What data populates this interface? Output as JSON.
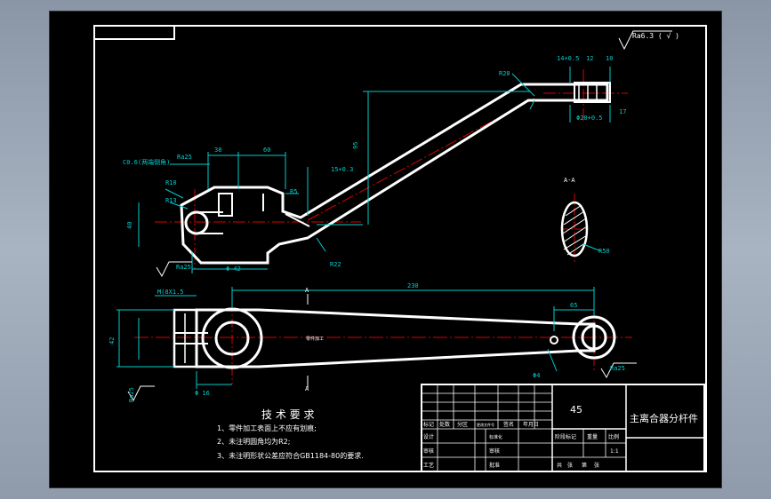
{
  "drawing": {
    "title": "主离合器分杆件",
    "material": "45",
    "scale": "1:1",
    "tech_requirements": {
      "heading": "技 术 要 求",
      "items": [
        "1、零件加工表面上不应有划痕;",
        "2、未注明圆角均为R2;",
        "3、未注明形状公差应符合GB1184-80的要求."
      ]
    },
    "title_block": {
      "row1": [
        "标记",
        "处数",
        "分区",
        "更改文件号",
        "签名",
        "年月日"
      ],
      "row2": [
        "设计",
        "标准化"
      ],
      "row3": [
        "审核",
        "审核"
      ],
      "row4": [
        "工艺",
        "批准"
      ],
      "stage_labels": [
        "阶段标记",
        "重量",
        "比例"
      ],
      "sheet_labels": [
        "共",
        "张",
        "第",
        "张"
      ]
    },
    "dimensions": {
      "top_right_roughness": "Ra6.3 (  √  )",
      "r20_top": "R20",
      "dim_12": "12",
      "dim_10": "10",
      "dim_tol_1": "14+0.5",
      "dim_tol_2": "Φ20+0.5",
      "dim_17": "17",
      "dim_vertical_95": "95",
      "dim_15": "15+0.3",
      "c06": "C0.6(两端倒角)",
      "ra25_a": "Ra25",
      "dim_38": "38",
      "dim_60": "60",
      "r10": "R10",
      "r13": "R13",
      "r5": "R5",
      "r22": "R22",
      "dim_40": "40",
      "dim_phi42": "Φ 42",
      "ra25_b": "Ra25",
      "section_label": "A-A",
      "r50": "R50",
      "m_thread": "M(8X1.5",
      "dim_230": "230",
      "dim_65": "65",
      "a_mark_1": "A",
      "a_mark_2": "A",
      "ra25_c": "Ra25",
      "dim_left_42": "42",
      "ra25_d": "Ra25",
      "center_note": "零件加工",
      "dim_phi16": "Φ 16",
      "dim_phi4": "Φ4"
    }
  }
}
